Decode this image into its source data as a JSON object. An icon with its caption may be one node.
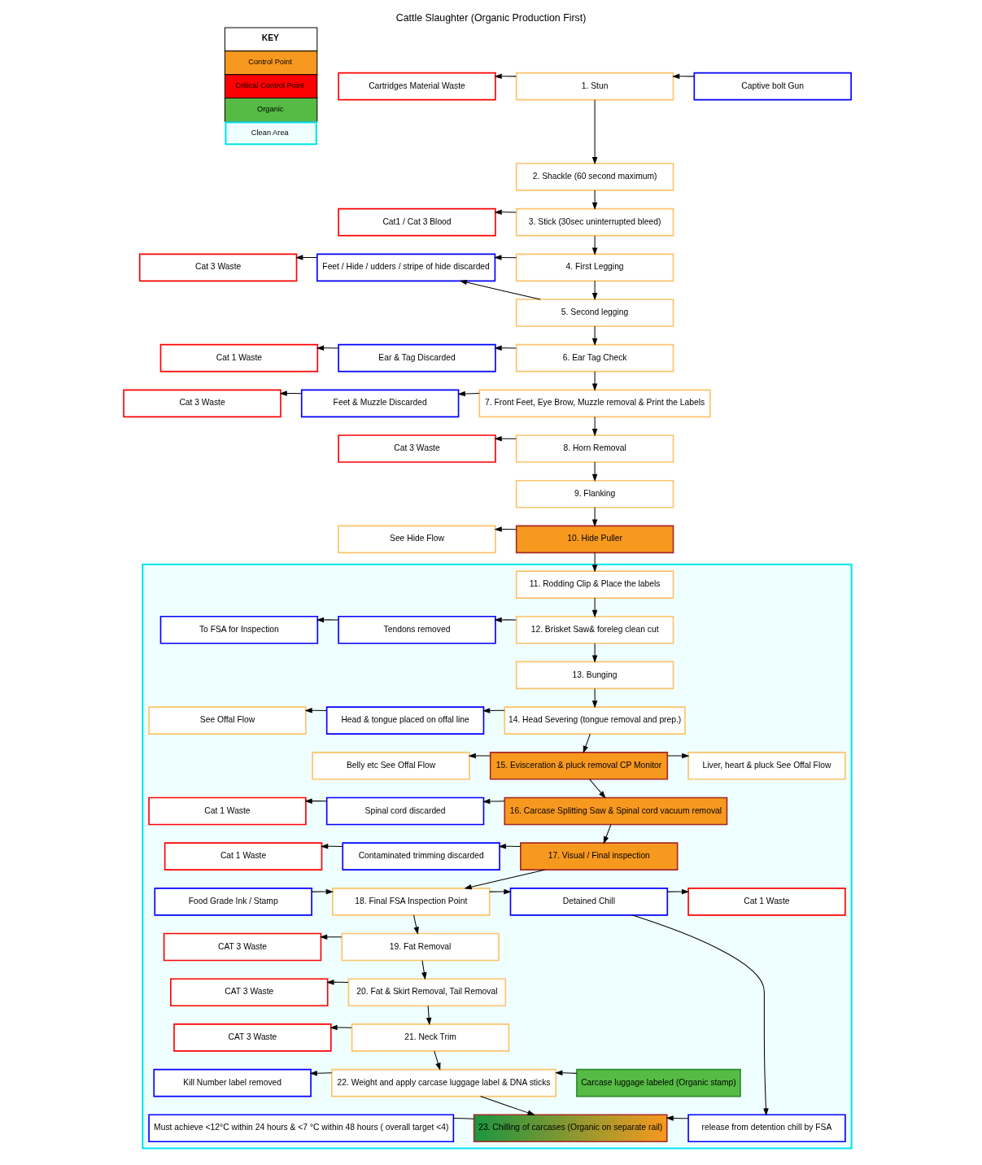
{
  "diagram": {
    "title": "Cattle Slaughter (Organic Production First)",
    "nodes": [
      {
        "text": [
          "Cartridges Material Waste"
        ]
      },
      {
        "text": [
          "1. Stun"
        ]
      },
      {
        "text": [
          "Captive bolt Gun"
        ]
      },
      {
        "text": [
          "2. Shackle (60 second maximum)"
        ]
      },
      {
        "text": [
          "Cat1 / Cat 3 Blood"
        ]
      },
      {
        "text": [
          "3. Stick (30sec uninterrupted bleed)"
        ]
      },
      {
        "text": [
          "4. First Legging"
        ]
      },
      {
        "text": [
          "Cat 3 Waste"
        ]
      },
      {
        "text": [
          "Feet / Hide / udders / stripe of hide discarded"
        ]
      },
      {
        "text": [
          "5. Second legging"
        ]
      },
      {
        "text": [
          "Cat 1 Waste"
        ]
      },
      {
        "text": [
          "Ear & Tag Discarded"
        ]
      },
      {
        "text": [
          "6. Ear Tag Check"
        ]
      },
      {
        "text": [
          "Cat 3 Waste"
        ]
      },
      {
        "text": [
          "Feet & Muzzle Discarded"
        ]
      },
      {
        "text": [
          "7. Front Feet, Eye Brow, Muzzle removal & Print the Labels"
        ]
      },
      {
        "text": [
          "Cat 3 Waste"
        ]
      },
      {
        "text": [
          "8. Horn Removal"
        ]
      },
      {
        "text": [
          "9. Flanking"
        ]
      },
      {
        "text": [
          "See Hide Flow"
        ]
      },
      {
        "text": [
          "10. Hide Puller"
        ]
      },
      {
        "text": [],
        "shape": "box"
      },
      {
        "text": [
          "11. Rodding Clip & Place the labels"
        ],
        "in": 21
      },
      {
        "text": [
          "To FSA for Inspection"
        ],
        "in": 21
      },
      {
        "text": [
          "Tendons removed"
        ],
        "in": 21
      },
      {
        "text": [
          "12. Brisket Saw& foreleg clean cut"
        ],
        "in": 21
      },
      {
        "text": [
          "13. Bunging"
        ],
        "in": 21
      },
      {
        "text": [
          "See Offal Flow"
        ],
        "in": 21
      },
      {
        "text": [
          "Head & tongue placed on offal line"
        ],
        "in": 21
      },
      {
        "text": [
          "14. Head Severing (tongue removal and prep.)"
        ],
        "in": 21
      },
      {
        "text": [
          "Belly etc See Offal Flow"
        ],
        "in": 21
      },
      {
        "text": [
          "15. Evisceration & pluck removal CP Monitor"
        ],
        "in": 21
      },
      {
        "text": [
          "Liver, heart & pluck See Offal Flow"
        ],
        "in": 21
      },
      {
        "text": [
          "Cat 1 Waste"
        ],
        "in": 21
      },
      {
        "text": [
          "Spinal cord discarded"
        ],
        "in": 21
      },
      {
        "text": [
          "16. Carcase Splitting Saw & Spinal cord vacuum removal"
        ],
        "in": 21
      },
      {
        "text": [
          "Cat 1 Waste"
        ],
        "in": 21
      },
      {
        "text": [
          "Contaminated trimming discarded"
        ],
        "in": 21
      },
      {
        "text": [
          "17. Visual / Final inspection"
        ],
        "in": 21
      },
      {
        "text": [
          "Food Grade Ink / Stamp"
        ],
        "in": 21
      },
      {
        "text": [
          "18. Final FSA Inspection Point"
        ],
        "in": 21
      },
      {
        "text": [
          "Detained Chill"
        ],
        "in": 21
      },
      {
        "text": [
          "Cat 1 Waste"
        ],
        "in": 21
      },
      {
        "text": [
          "CAT 3 Waste"
        ],
        "in": 21
      },
      {
        "text": [
          "19. Fat Removal"
        ],
        "in": 21
      },
      {
        "text": [
          "CAT 3 Waste"
        ],
        "in": 21
      },
      {
        "text": [
          "20. Fat & Skirt Removal, Tail Removal"
        ],
        "in": 21
      },
      {
        "text": [
          "CAT 3 Waste"
        ],
        "in": 21
      },
      {
        "text": [
          "21. Neck Trim"
        ],
        "in": 21
      },
      {
        "text": [
          "Kill Number label removed"
        ],
        "in": 21
      },
      {
        "text": [
          "22. Weight and apply carcase luggage label & DNA sticks"
        ],
        "in": 21
      },
      {
        "text": [
          "Carcase luggage labeled (Organic stamp)"
        ],
        "in": 21
      },
      {
        "text": [
          "Must achieve <12°C within 24 hours & <7 °C within 48 hours ( overall target <4)"
        ],
        "in": 21
      },
      {
        "text": [
          "23. Chilling of carcases (Organic on separate rail)"
        ],
        "in": 21
      },
      {
        "text": [
          "release from detention chill by FSA"
        ],
        "in": 21
      }
    ],
    "edges": [
      {
        "from": 1,
        "to": 0,
        "arrow": "to"
      },
      {
        "from": 2,
        "to": 1,
        "arrow": "to"
      },
      {
        "from": 1,
        "to": 3,
        "arrow": "to"
      },
      {
        "from": 5,
        "to": 4,
        "arrow": "to"
      },
      {
        "from": 3,
        "to": 5,
        "arrow": "to"
      },
      {
        "from": 5,
        "to": 6,
        "arrow": "to"
      },
      {
        "from": 6,
        "to": 8,
        "arrow": "to"
      },
      {
        "from": 9,
        "to": 8,
        "arrow": "to"
      },
      {
        "from": 8,
        "to": 7,
        "arrow": "to"
      },
      {
        "from": 6,
        "to": 9,
        "arrow": "to"
      },
      {
        "from": 9,
        "to": 12,
        "arrow": "to"
      },
      {
        "from": 12,
        "to": 11,
        "arrow": "to"
      },
      {
        "from": 11,
        "to": 10,
        "arrow": "to"
      },
      {
        "from": 12,
        "to": 15,
        "arrow": "to"
      },
      {
        "from": 15,
        "to": 14,
        "arrow": "to"
      },
      {
        "from": 14,
        "to": 13,
        "arrow": "to"
      },
      {
        "from": 15,
        "to": 17,
        "arrow": "to"
      },
      {
        "from": 17,
        "to": 16,
        "arrow": "to"
      },
      {
        "from": 17,
        "to": 18,
        "arrow": "to"
      },
      {
        "from": 18,
        "to": 20,
        "arrow": "to"
      },
      {
        "from": 20,
        "to": 19,
        "arrow": "to"
      },
      {
        "from": 20,
        "to": 22,
        "arrow": "to"
      },
      {
        "from": 22,
        "to": 25,
        "arrow": "to"
      },
      {
        "from": 25,
        "to": 24,
        "arrow": "to"
      },
      {
        "from": 24,
        "to": 23,
        "arrow": "to"
      },
      {
        "from": 25,
        "to": 26,
        "arrow": "to"
      },
      {
        "from": 26,
        "to": 29,
        "arrow": "to"
      },
      {
        "from": 29,
        "to": 28,
        "arrow": "to"
      },
      {
        "from": 28,
        "to": 27,
        "arrow": "to"
      },
      {
        "from": 29,
        "to": 31,
        "arrow": "to"
      },
      {
        "from": 31,
        "to": 30,
        "arrow": "to"
      },
      {
        "from": 31,
        "to": 32,
        "arrow": "to"
      },
      {
        "from": 31,
        "to": 35,
        "arrow": "to"
      },
      {
        "from": 35,
        "to": 34,
        "arrow": "to"
      },
      {
        "from": 34,
        "to": 33,
        "arrow": "to"
      },
      {
        "from": 35,
        "to": 38,
        "arrow": "to"
      },
      {
        "from": 38,
        "to": 37,
        "arrow": "to"
      },
      {
        "from": 37,
        "to": 36,
        "arrow": "to"
      },
      {
        "from": 38,
        "to": 40,
        "arrow": "to"
      },
      {
        "from": 39,
        "to": 40,
        "arrow": "to"
      },
      {
        "from": 40,
        "to": 41,
        "arrow": "to"
      },
      {
        "from": 41,
        "to": 42,
        "arrow": "to"
      },
      {
        "from": 41,
        "to": 54,
        "arrow": "to"
      },
      {
        "from": 40,
        "to": 44,
        "arrow": "to"
      },
      {
        "from": 44,
        "to": 43,
        "arrow": "to"
      },
      {
        "from": 44,
        "to": 46,
        "arrow": "to"
      },
      {
        "from": 46,
        "to": 45,
        "arrow": "to"
      },
      {
        "from": 46,
        "to": 48,
        "arrow": "to"
      },
      {
        "from": 48,
        "to": 47,
        "arrow": "to"
      },
      {
        "from": 48,
        "to": 50,
        "arrow": "to"
      },
      {
        "from": 50,
        "to": 49,
        "arrow": "to"
      },
      {
        "from": 51,
        "to": 50,
        "arrow": "to"
      },
      {
        "from": 50,
        "to": 53,
        "arrow": "to"
      },
      {
        "from": 54,
        "to": 53,
        "arrow": "to"
      },
      {
        "from": 53,
        "to": 52,
        "arrow": "none"
      }
    ],
    "labels": [
      "KEY"
    ],
    "legend": [
      {
        "text": "Control Point",
        "color": "#f7991f"
      },
      {
        "text": "Critical Control Point",
        "color": "#ff0000"
      },
      {
        "text": "Organic",
        "color": "#55bb44"
      },
      {
        "text": "Clean Area"
      }
    ]
  }
}
